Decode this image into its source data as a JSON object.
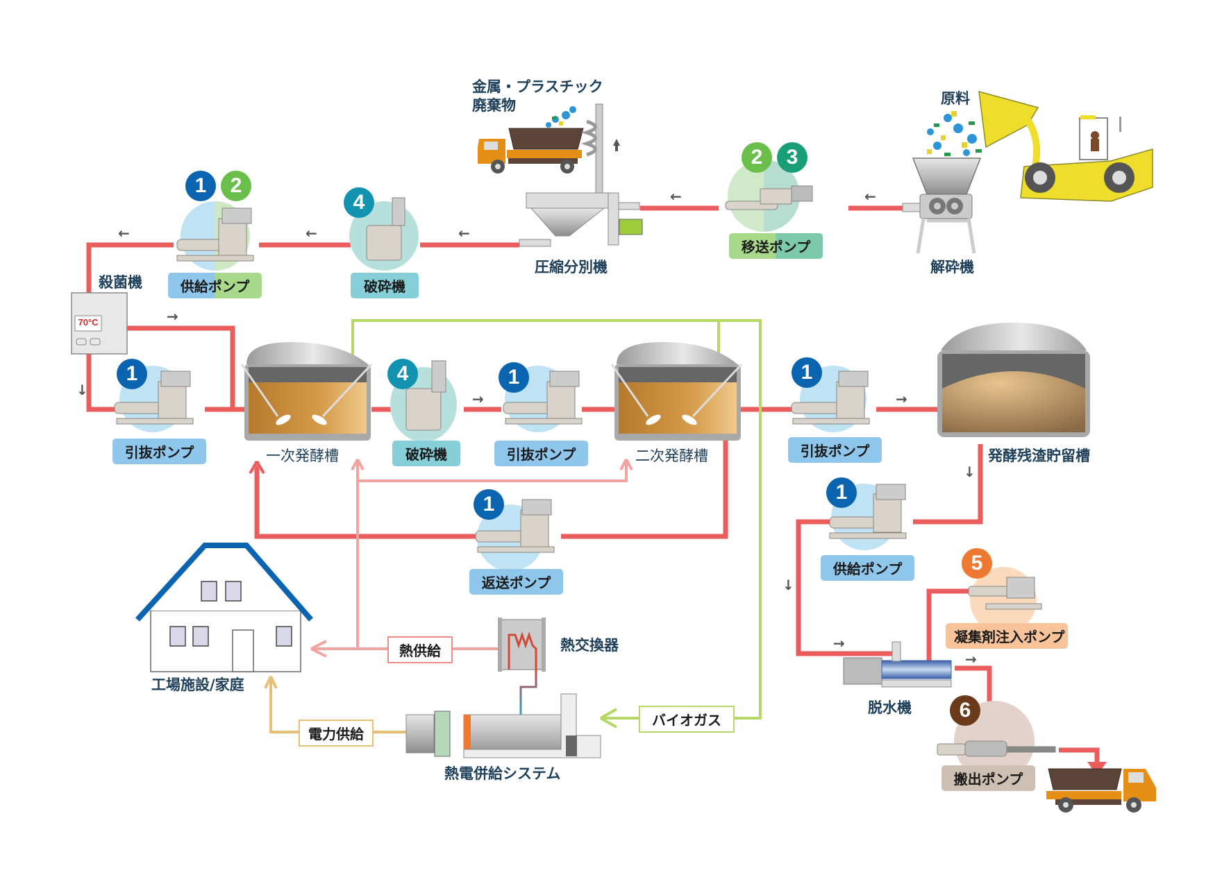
{
  "colors": {
    "sludge_line": "#eb5d5d",
    "return_line": "#f3a3a0",
    "biogas_line": "#b6d666",
    "power_line": "#e6c077",
    "house_roof": "#0b64b0",
    "label_text": "#1e3f5a",
    "badge_1": "#0b64b0",
    "badge_2": "#6abf4b",
    "badge_3": "#1a9e78",
    "badge_4": "#1493b0",
    "badge_5": "#ee7a32",
    "badge_6": "#6b3a1a"
  },
  "sources": {
    "raw_material": "原料",
    "metal_plastic_waste": "金属・プラスチック\n廃棄物",
    "metal_plastic_line1": "金属・プラスチック",
    "metal_plastic_line2": "廃棄物"
  },
  "equipment": {
    "crusher_mill": "解砕機",
    "compression_separator": "圧縮分別機",
    "sterilizer": "殺菌機",
    "sterilizer_display": "70°C",
    "primary_digester": "一次発酵槽",
    "secondary_digester": "二次発酵槽",
    "digestate_storage": "発酵残渣貯留槽",
    "dewatering_machine": "脱水機",
    "heat_exchanger": "熱交換器",
    "chp_system": "熱電併給システム",
    "facility_home": "工場施設/家庭"
  },
  "pumps": [
    {
      "id": "transfer-pump",
      "label": "移送ポンプ",
      "badges": [
        "2",
        "3"
      ]
    },
    {
      "id": "shredder-top",
      "label": "破砕機",
      "badges": [
        "4"
      ]
    },
    {
      "id": "feed-pump-top",
      "label": "供給ポンプ",
      "badges": [
        "1",
        "2"
      ]
    },
    {
      "id": "extraction-pump-left",
      "label": "引抜ポンプ",
      "badges": [
        "1"
      ]
    },
    {
      "id": "shredder-mid",
      "label": "破砕機",
      "badges": [
        "4"
      ]
    },
    {
      "id": "extraction-pump-mid",
      "label": "引抜ポンプ",
      "badges": [
        "1"
      ]
    },
    {
      "id": "return-pump",
      "label": "返送ポンプ",
      "badges": [
        "1"
      ]
    },
    {
      "id": "extraction-pump-right",
      "label": "引抜ポンプ",
      "badges": [
        "1"
      ]
    },
    {
      "id": "feed-pump-right",
      "label": "供給ポンプ",
      "badges": [
        "1"
      ]
    },
    {
      "id": "coagulant-pump",
      "label": "凝集剤注入ポンプ",
      "badges": [
        "5"
      ]
    },
    {
      "id": "discharge-pump",
      "label": "搬出ポンプ",
      "badges": [
        "6"
      ]
    }
  ],
  "flows": {
    "heat_supply": "熱供給",
    "power_supply": "電力供給",
    "biogas": "バイオガス"
  },
  "arrows": {
    "left": "←",
    "right": "→",
    "up": "↑",
    "down": "↓"
  }
}
